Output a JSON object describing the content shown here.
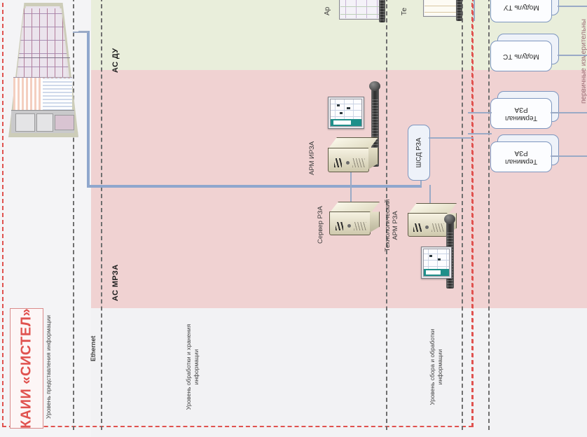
{
  "diagram": {
    "title": "КАИИ «СИСТЕЛ»",
    "bands": [
      {
        "id": "as-du",
        "label": "АС ДУ",
        "color": "#e9eedb"
      },
      {
        "id": "as-mrza",
        "label": "АС МРЗА",
        "color": "#f0d2d2"
      }
    ],
    "levels": [
      {
        "id": "presentation",
        "label": "Уровень представления информации"
      },
      {
        "id": "processing",
        "label": "Уровень обработки и хранения информации"
      },
      {
        "id": "acquisition",
        "label": "Уровень сбора и обработки информации"
      }
    ],
    "network": {
      "label": "Ethernet",
      "bus_color": "#8fa7cd"
    },
    "nodes": [
      {
        "id": "mimic-board",
        "label": ""
      },
      {
        "id": "arm-irza",
        "label": "АРМ ИРЗА"
      },
      {
        "id": "server-rza",
        "label": "Сервер РЗА"
      },
      {
        "id": "arm-teh-rza",
        "label": "Технологический\nАРМ РЗА"
      },
      {
        "id": "shsd-rza",
        "label": "ШСД РЗА"
      }
    ],
    "right_modules": [
      {
        "id": "module-tu",
        "label": "Модуль ТУ"
      },
      {
        "id": "module-ts",
        "label": "Модуль ТС"
      },
      {
        "id": "terminal-1",
        "label": "Терминал\nРЗА"
      },
      {
        "id": "terminal-2",
        "label": "Терминал\nРЗА"
      }
    ],
    "right_edge_label": "первичные измерительны",
    "top_cut_labels": [
      {
        "id": "top-label-1",
        "label": "Ар"
      },
      {
        "id": "top-label-2",
        "label": "Те"
      }
    ],
    "colors": {
      "accent_red": "#e0524f",
      "band_green": "#e9eedb",
      "band_pink": "#f0d2d2",
      "band_gray": "#f2f2f4",
      "dash_gray": "#6f6f6f",
      "box_blue": "#7d96bf"
    }
  }
}
